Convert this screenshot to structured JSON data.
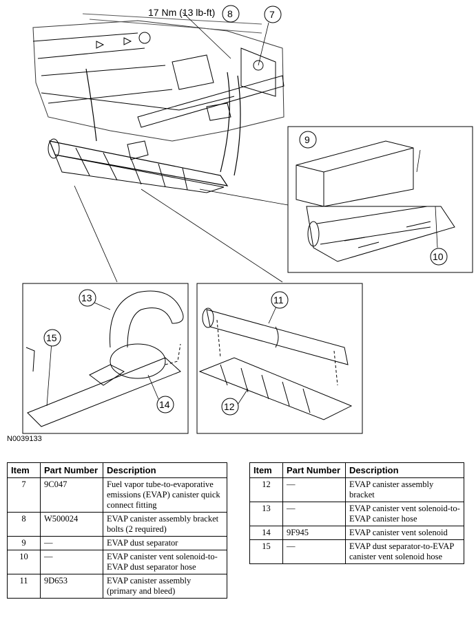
{
  "figure_id": "N0039133",
  "torque_label": "17 Nm (13 lb-ft)",
  "callouts": [
    "7",
    "8",
    "9",
    "10",
    "11",
    "12",
    "13",
    "14",
    "15"
  ],
  "table_headers": {
    "item": "Item",
    "part_number": "Part Number",
    "description": "Description"
  },
  "parts_left": [
    {
      "item": "7",
      "part": "9C047",
      "desc": "Fuel vapor tube-to-evaporative emissions (EVAP) canister quick connect fitting"
    },
    {
      "item": "8",
      "part": "W500024",
      "desc": "EVAP canister assembly bracket bolts (2 required)"
    },
    {
      "item": "9",
      "part": "—",
      "desc": "EVAP dust separator"
    },
    {
      "item": "10",
      "part": "—",
      "desc": "EVAP canister vent solenoid-to-EVAP dust separator hose"
    },
    {
      "item": "11",
      "part": "9D653",
      "desc": "EVAP canister assembly (primary and bleed)"
    }
  ],
  "parts_right": [
    {
      "item": "12",
      "part": "—",
      "desc": "EVAP canister assembly bracket"
    },
    {
      "item": "13",
      "part": "—",
      "desc": "EVAP canister vent solenoid-to-EVAP canister hose"
    },
    {
      "item": "14",
      "part": "9F945",
      "desc": "EVAP canister vent solenoid"
    },
    {
      "item": "15",
      "part": "—",
      "desc": "EVAP dust separator-to-EVAP canister vent solenoid hose"
    }
  ]
}
